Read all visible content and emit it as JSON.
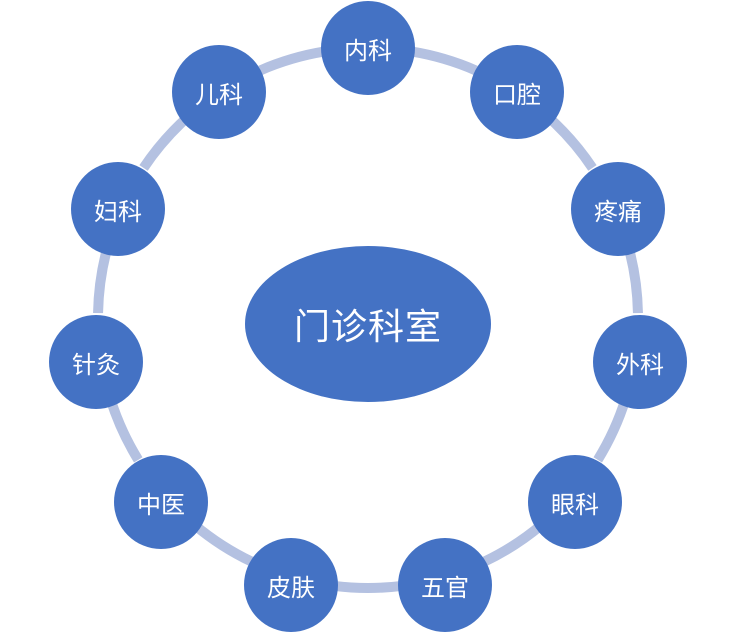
{
  "title": "门诊科室",
  "departments": [
    "内科",
    "口腔",
    "疼痛",
    "外科",
    "眼科",
    "五官",
    "皮肤",
    "中医",
    "针灸",
    "妇科",
    "儿科"
  ],
  "colors": {
    "node_fill": "#4472c4",
    "connector": "#b4c1e1",
    "text": "#ffffff"
  }
}
